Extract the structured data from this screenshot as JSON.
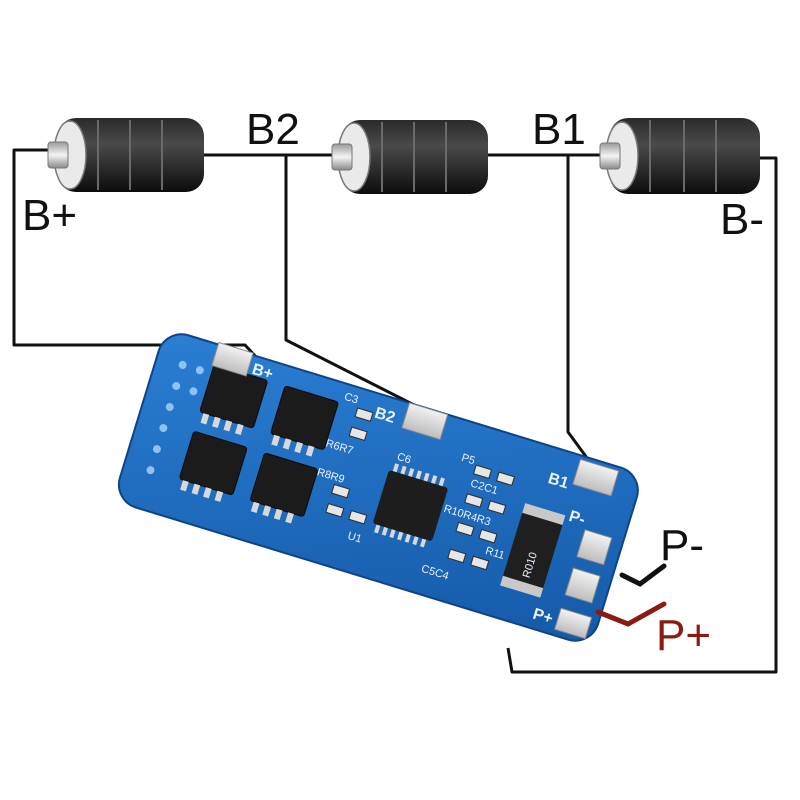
{
  "labels": {
    "b_plus": "B+",
    "b2": "B2",
    "b1": "B1",
    "b_minus": "B-",
    "p_minus": "P-",
    "p_plus": "P+"
  },
  "board": {
    "pad_b_plus": "B+",
    "pad_b2": "B2",
    "pad_b1": "B1",
    "pad_p_minus": "P-",
    "pad_p_plus": "P+",
    "shunt_marking": "R010",
    "ic_label": "U1",
    "silk_c6": "C6",
    "silk_p5": "P5",
    "silk_c2c1": "C2C1",
    "silk_r10r4r3": "R10R4R3",
    "silk_r11": "R11",
    "silk_c5c4": "C5C4",
    "silk_c3": "C3",
    "silk_r6r7": "R6R7",
    "silk_r8r9": "R8R9"
  },
  "colors": {
    "pcb_blue": "#1f6fc4",
    "wire": "#111111",
    "p_plus_wire": "#8b1a10"
  }
}
